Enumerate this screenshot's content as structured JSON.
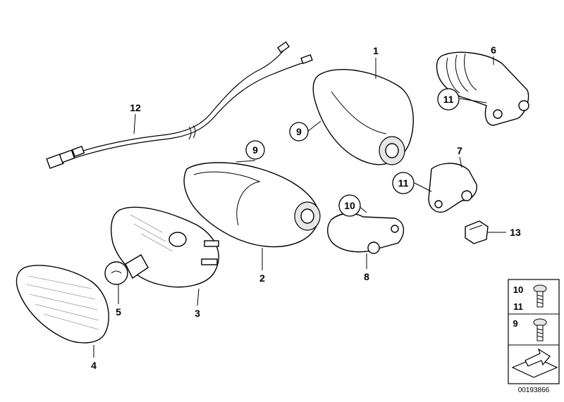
{
  "diagram": {
    "callouts": {
      "c1": "1",
      "c2": "2",
      "c3": "3",
      "c4": "4",
      "c5": "5",
      "c6": "6",
      "c7": "7",
      "c8": "8",
      "c9a": "9",
      "c9b": "9",
      "c10": "10",
      "c11a": "11",
      "c11b": "11",
      "c12": "12",
      "c13": "13"
    },
    "legend": {
      "row1_top": "10",
      "row1_bottom": "11",
      "row2": "9"
    },
    "document_number": "00193866"
  }
}
